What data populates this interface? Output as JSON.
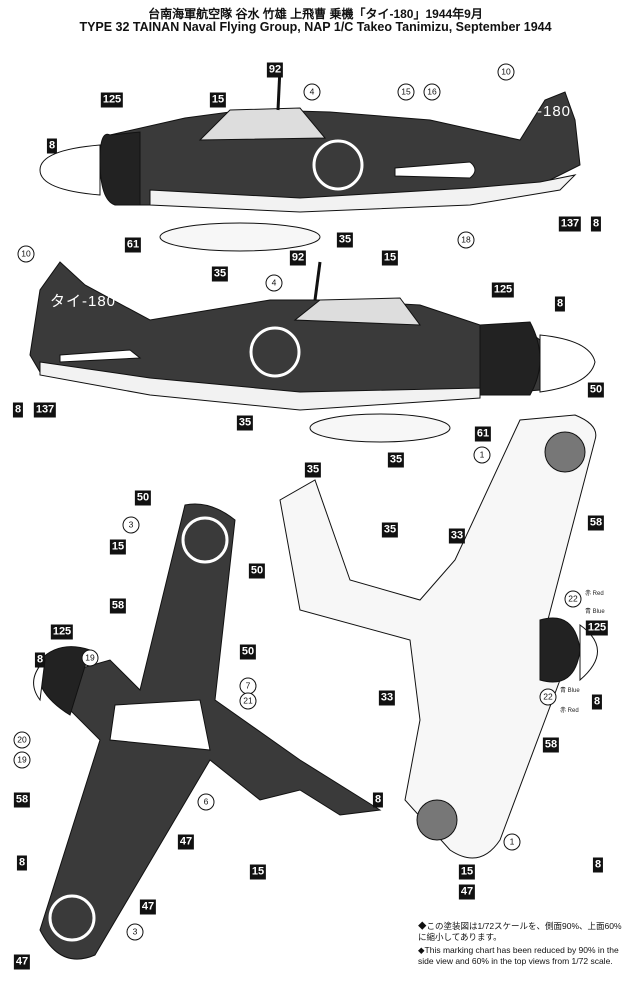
{
  "title_jp": "台南海軍航空隊 谷水 竹雄 上飛曹 乗機「タイ-180」1944年9月",
  "title_en": "TYPE 32  TAINAN Naval Flying Group, NAP 1/C Takeo Tanimizu, September 1944",
  "tail_code": "タイ-180",
  "side1": [
    "125",
    "8",
    "15",
    "92",
    "4",
    "15",
    "16",
    "10",
    "61",
    "35",
    "35",
    "18",
    "137",
    "8"
  ],
  "side2": [
    "10",
    "92",
    "15",
    "4",
    "125",
    "8",
    "8",
    "137",
    "35",
    "61",
    "35",
    "50",
    "1"
  ],
  "top_left": [
    "50",
    "3",
    "15",
    "50",
    "58",
    "50",
    "125",
    "8",
    "19",
    "7",
    "21",
    "20",
    "19",
    "58",
    "6",
    "47",
    "15",
    "8",
    "8",
    "47",
    "3",
    "47"
  ],
  "bottom_right": [
    "35",
    "35",
    "33",
    "58",
    "22",
    "125",
    "8",
    "22",
    "33",
    "58",
    "1",
    "8",
    "15",
    "47"
  ],
  "color_labels": [
    "赤 Red",
    "青 Blue",
    "青 Blue",
    "赤 Red"
  ],
  "notes": [
    "◆この塗装図は1/72スケールを、側面90%、上面60%に縮小してあります。",
    "◆This marking chart has been reduced by 90% in the side view and 60% in the top views from 1/72 scale."
  ],
  "colors": {
    "dark_green": "#3a3a3a",
    "underside": "#f2f2f2",
    "ink": "#111111"
  }
}
